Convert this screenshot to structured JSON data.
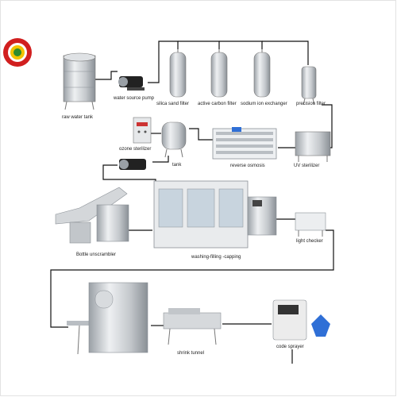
{
  "logo": {
    "name": "company-logo",
    "colors": [
      "#d11f1f",
      "#f2c200",
      "#2e8b2e"
    ]
  },
  "colors": {
    "line": "#111111",
    "steel": "#c9ccd0",
    "steel_dark": "#8d9298",
    "blue": "#2f6fd6",
    "dark": "#222222"
  },
  "labels": {
    "raw_water_tank": "raw water tank",
    "water_source_pump": "water source pump",
    "silica_sand_filter": "silica sand filter",
    "active_carbon_filter": "active carbon filter",
    "sodium_ion_exchanger": "sodium ion exchanger",
    "precision_filter": "precision filter",
    "ozone_sterilizer": "ozone sterilizer",
    "tank": "tank",
    "reverse_osmosis": "reverse osmosis",
    "uv_sterilizer": "UV  sterilizer",
    "bottle_unscrambler": "Bottle unscrambler",
    "washing_filling_capping": "washing-filling -capping",
    "light_checker": "light checker",
    "shrink_tunnel": "shrink tunnel",
    "code_sprayer": "code sprayer"
  }
}
